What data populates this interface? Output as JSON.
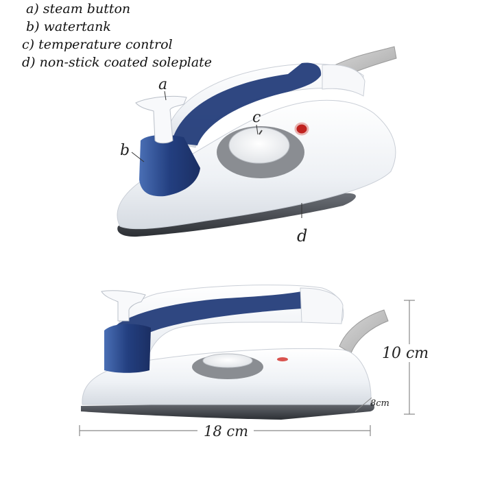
{
  "legend": {
    "a": "a) steam button",
    "b": "b) watertank",
    "c": "c) temperature control",
    "d": "d) non-stick coated soleplate"
  },
  "callouts": {
    "a": "a",
    "b": "b",
    "c": "c",
    "d": "d"
  },
  "dimensions": {
    "length": "18 cm",
    "height": "10 cm",
    "width": "8cm"
  },
  "colors": {
    "body": "#f4f6f9",
    "tank": "#243d7a",
    "dial": "#8a8d92",
    "soleplate": "#3a3d42",
    "indicator": "#c0221f"
  }
}
